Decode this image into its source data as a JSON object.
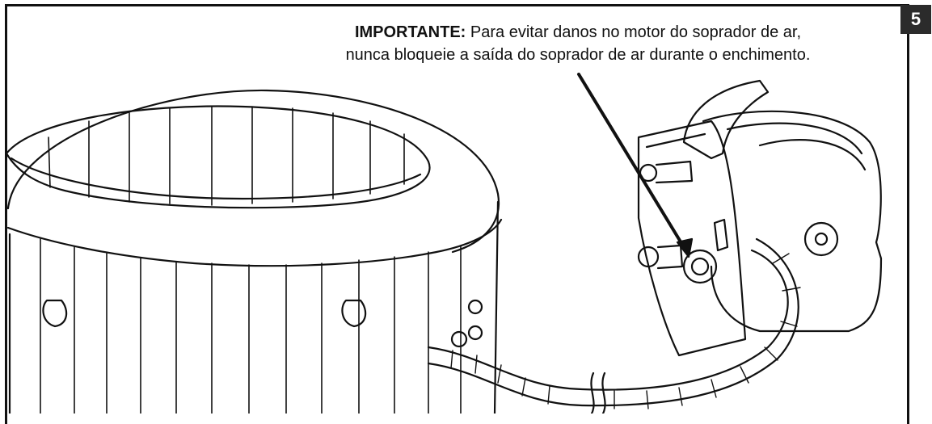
{
  "step": {
    "number": "5"
  },
  "note": {
    "label": "IMPORTANTE:",
    "line1": "Para evitar danos no motor do soprador de ar,",
    "line2": "nunca bloqueie a saída do soprador de ar durante o enchimento."
  },
  "illustration": {
    "items": [
      "inflatable-spa",
      "air-blower-pump",
      "inflation-hose",
      "pointer-arrow"
    ]
  },
  "colors": {
    "ink": "#111111",
    "badge": "#2b2b2b",
    "paper": "#ffffff"
  }
}
